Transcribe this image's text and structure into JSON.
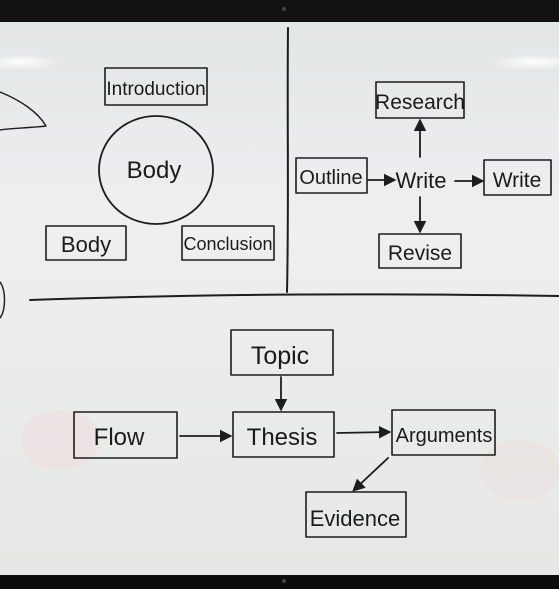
{
  "diagram": {
    "top_left": {
      "introduction": "Introduction",
      "circle_body": "Body",
      "body": "Body",
      "conclusion": "Conclusion"
    },
    "top_right": {
      "research": "Research",
      "outline": "Outline",
      "write_center": "Write",
      "write_box": "Write",
      "revise": "Revise"
    },
    "bottom": {
      "topic": "Topic",
      "flow": "Flow",
      "thesis": "Thesis",
      "arguments": "Arguments",
      "evidence": "Evidence"
    }
  },
  "colors": {
    "board": "#eef0ef",
    "ink": "#1d1d1d",
    "frame": "#111111"
  }
}
